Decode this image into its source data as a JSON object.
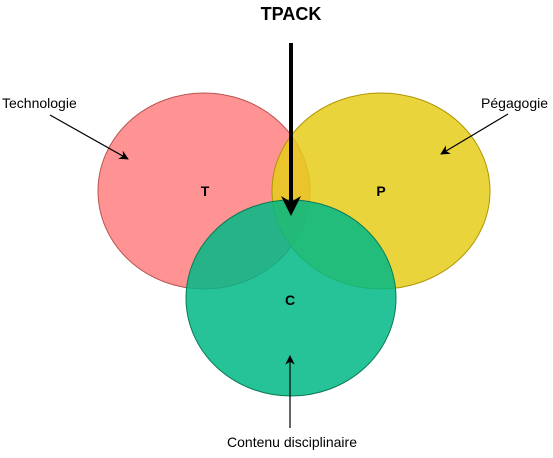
{
  "title": "TPACK",
  "circles": {
    "technology": {
      "letter": "T",
      "label": "Technologie",
      "fill": "#FF8080",
      "stroke": "#B85450"
    },
    "pedagogy": {
      "letter": "P",
      "label": "Pégagogie",
      "fill": "#E6CC1A",
      "stroke": "#B09500"
    },
    "content": {
      "letter": "C",
      "label": "Contenu disciplinaire",
      "fill": "#00B886",
      "stroke": "#0B7A55"
    }
  },
  "colors": {
    "arrow": "#000000"
  }
}
